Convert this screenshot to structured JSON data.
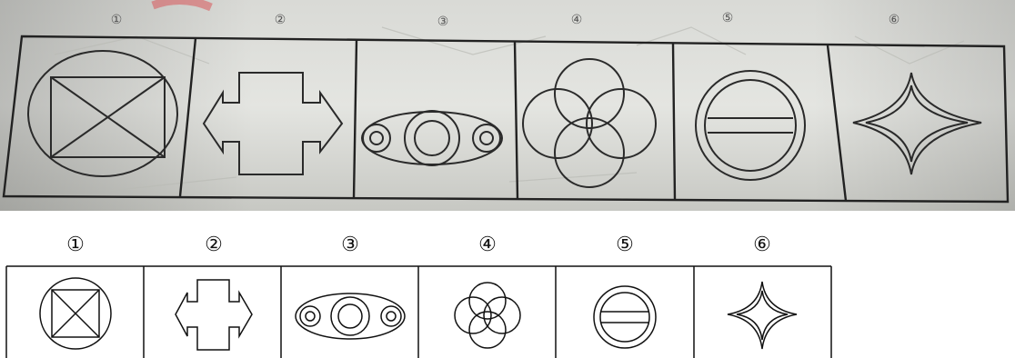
{
  "photo_labels": [
    "①",
    "②",
    "③",
    "④",
    "⑤",
    "⑥"
  ],
  "figure_labels": [
    "①",
    "②",
    "③",
    "④",
    "⑤",
    "⑥"
  ],
  "figures": [
    {
      "icon": "circle-with-crossed-square-icon"
    },
    {
      "icon": "double-arrow-cross-icon"
    },
    {
      "icon": "ellipse-with-three-circles-icon"
    },
    {
      "icon": "four-overlapping-circles-icon"
    },
    {
      "icon": "ring-with-horizontal-band-icon"
    },
    {
      "icon": "four-point-star-icon"
    }
  ],
  "colors": {
    "ink": "#111111",
    "paper_light": "#e4e5e1",
    "paper_dark": "#b8b9b4",
    "smudge": "#d8555a"
  }
}
